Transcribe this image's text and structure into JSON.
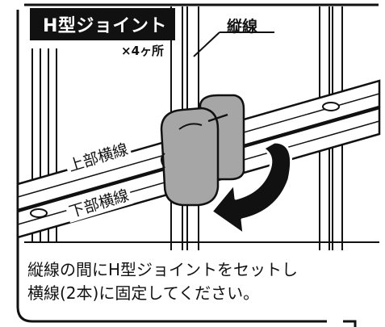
{
  "part_label": "H型ジョイント",
  "count_label": "×4ヶ所",
  "callout_label": "縦線",
  "upper_rail_label": "上部横線",
  "lower_rail_label": "下部横線",
  "instructions": [
    "縦線の間にH型ジョイントをセットし",
    "横線(2本)に固定してください。"
  ],
  "colors": {
    "ink": "#111111",
    "joint_gray": "#a6a6a6",
    "background": "#ffffff"
  }
}
